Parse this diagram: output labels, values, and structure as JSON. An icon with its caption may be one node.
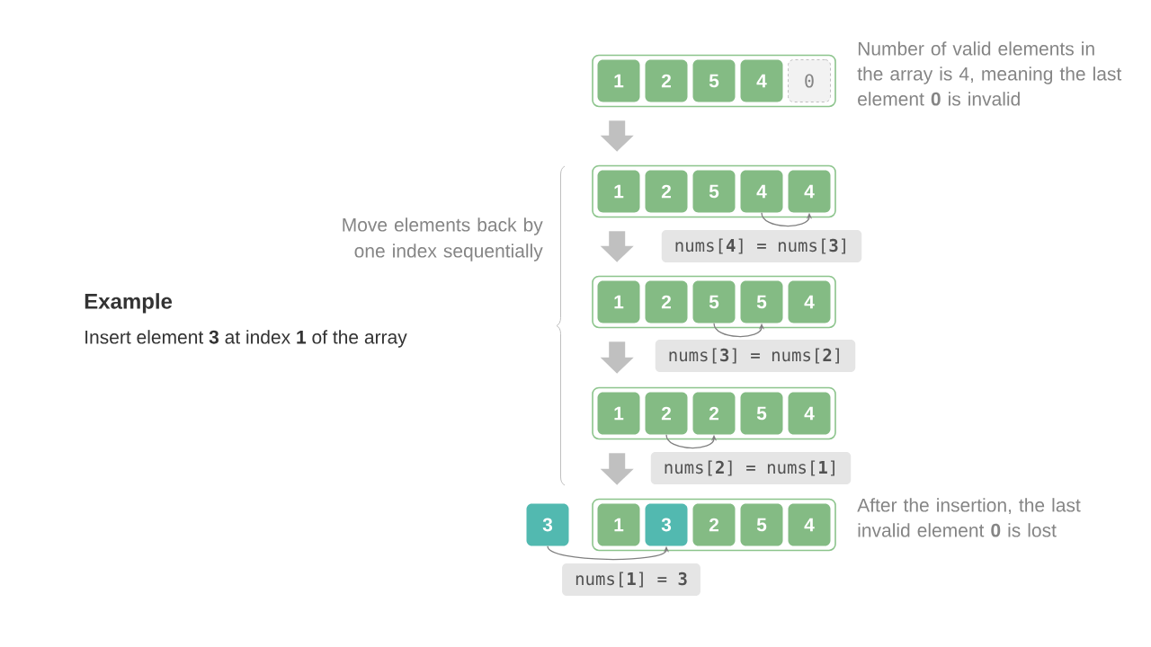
{
  "diagram": {
    "nodes": [
      {
        "text": [],
        "shape": "box",
        "beside": [
          "Number of valid elements in the array is 4, meaning the last element **0** is invalid"
        ]
      },
      {
        "text": [
          "1"
        ],
        "in": 0
      },
      {
        "text": [
          "2"
        ],
        "in": 0
      },
      {
        "text": [
          "5"
        ],
        "in": 0
      },
      {
        "text": [
          "4"
        ],
        "in": 0
      },
      {
        "text": [
          "0"
        ],
        "in": 0
      },
      {
        "text": [],
        "shape": "box"
      },
      {
        "text": [
          "1"
        ],
        "in": 6
      },
      {
        "text": [
          "2"
        ],
        "in": 6
      },
      {
        "text": [
          "5"
        ],
        "in": 6
      },
      {
        "text": [
          "4"
        ],
        "in": 6
      },
      {
        "text": [
          "4"
        ],
        "in": 6
      },
      {
        "text": [],
        "shape": "box"
      },
      {
        "text": [
          "1"
        ],
        "in": 12
      },
      {
        "text": [
          "2"
        ],
        "in": 12
      },
      {
        "text": [
          "5"
        ],
        "in": 12
      },
      {
        "text": [
          "5"
        ],
        "in": 12
      },
      {
        "text": [
          "4"
        ],
        "in": 12
      },
      {
        "text": [],
        "shape": "box"
      },
      {
        "text": [
          "1"
        ],
        "in": 18
      },
      {
        "text": [
          "2"
        ],
        "in": 18
      },
      {
        "text": [
          "2"
        ],
        "in": 18
      },
      {
        "text": [
          "5"
        ],
        "in": 18
      },
      {
        "text": [
          "4"
        ],
        "in": 18
      },
      {
        "text": [
          "3"
        ]
      },
      {
        "text": [],
        "shape": "box",
        "beside": [
          "After the insertion, the last invalid element **0** is lost"
        ]
      },
      {
        "text": [
          "1"
        ],
        "in": 25
      },
      {
        "text": [
          "3"
        ],
        "in": 25
      },
      {
        "text": [
          "2"
        ],
        "in": 25
      },
      {
        "text": [
          "5"
        ],
        "in": 25
      },
      {
        "text": [
          "4"
        ],
        "in": 25
      }
    ],
    "edges": [
      {
        "from": 0,
        "to": 6,
        "arrow": "to",
        "style": "thick",
        "color": "#c0c0c0"
      },
      {
        "from": 10,
        "to": 11,
        "arrow": "to",
        "label": "nums[**4**] = nums[**3**]"
      },
      {
        "from": 6,
        "to": 12,
        "arrow": "to",
        "style": "thick",
        "color": "#c0c0c0"
      },
      {
        "from": 15,
        "to": 16,
        "arrow": "to",
        "label": "nums[**3**] = nums[**2**]"
      },
      {
        "from": 12,
        "to": 18,
        "arrow": "to",
        "style": "thick",
        "color": "#c0c0c0"
      },
      {
        "from": 20,
        "to": 21,
        "arrow": "to",
        "label": "nums[**2**] = nums[**1**]"
      },
      {
        "from": 18,
        "to": 25,
        "arrow": "to",
        "style": "thick",
        "color": "#c0c0c0"
      },
      {
        "from": 24,
        "to": 27,
        "arrow": "to",
        "label": "nums[**1**] = **3**"
      }
    ],
    "labels": [
      "Move elements back by one index sequentially",
      "Example",
      "Insert element **3** at index **1** of the array"
    ]
  }
}
